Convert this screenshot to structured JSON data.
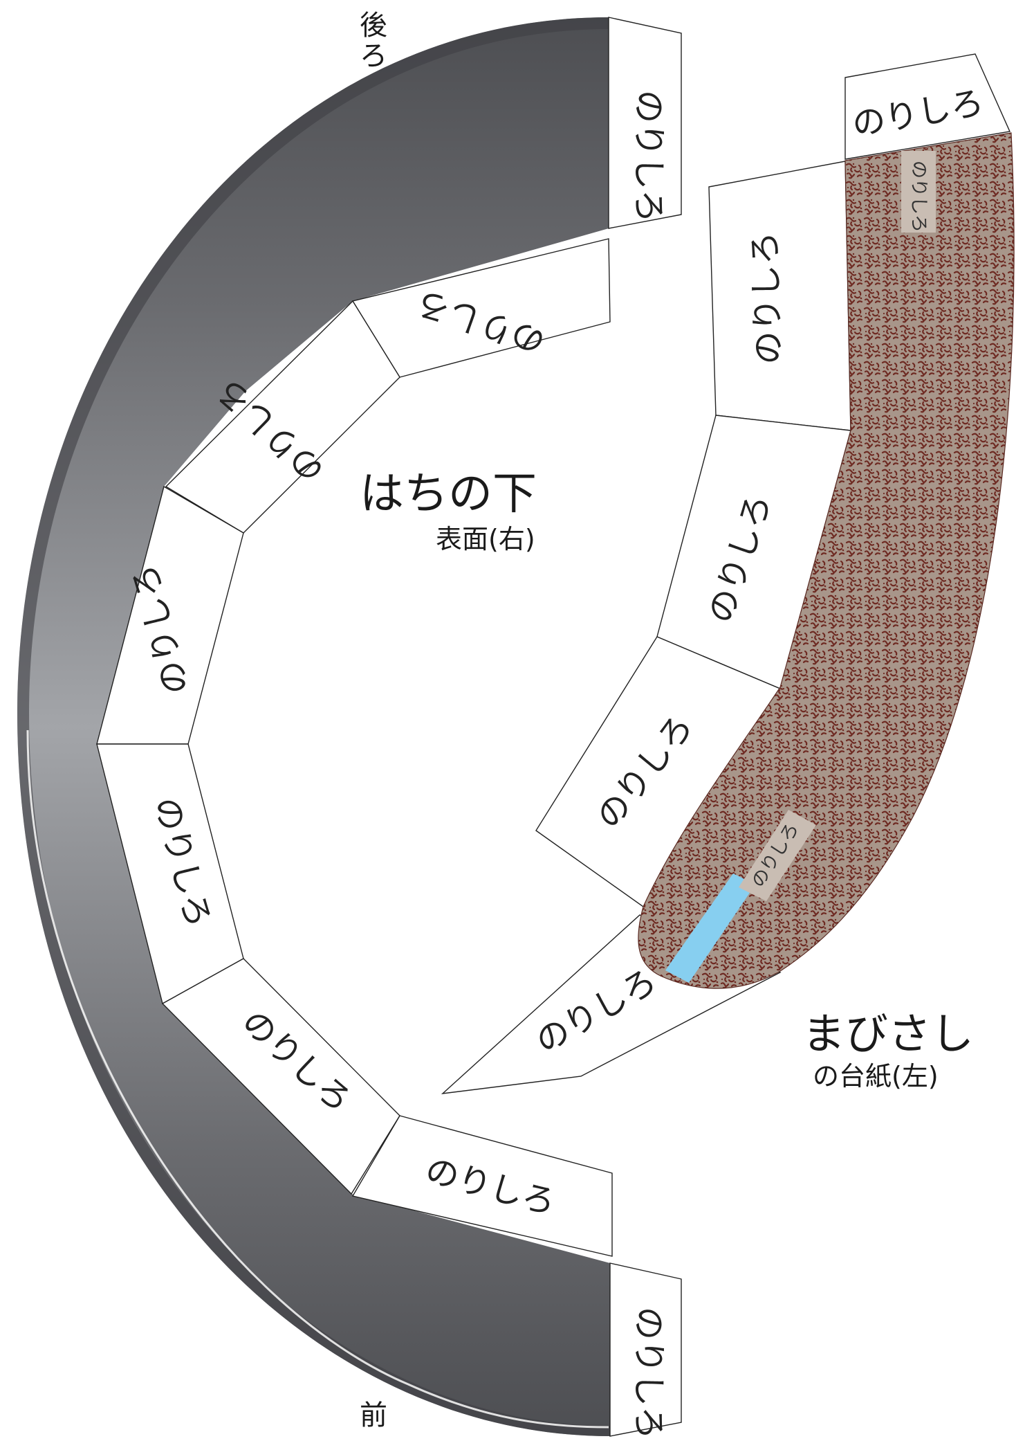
{
  "glue_label": "のりしろ",
  "direction_labels": {
    "back": "後ろ",
    "front": "前"
  },
  "hachi": {
    "title": "はちの下",
    "subtitle": "表面(右)"
  },
  "mabisashi": {
    "title": "まびさし",
    "subtitle": "の台紙(左)"
  },
  "colors": {
    "band_dark": "#4a4b4f",
    "band_mid": "#9a9ca0",
    "visor_base": "#6e3f32",
    "visor_dot": "#a8968a",
    "visor_tab": "#c9bdb3",
    "visor_strip": "#87cff0"
  }
}
